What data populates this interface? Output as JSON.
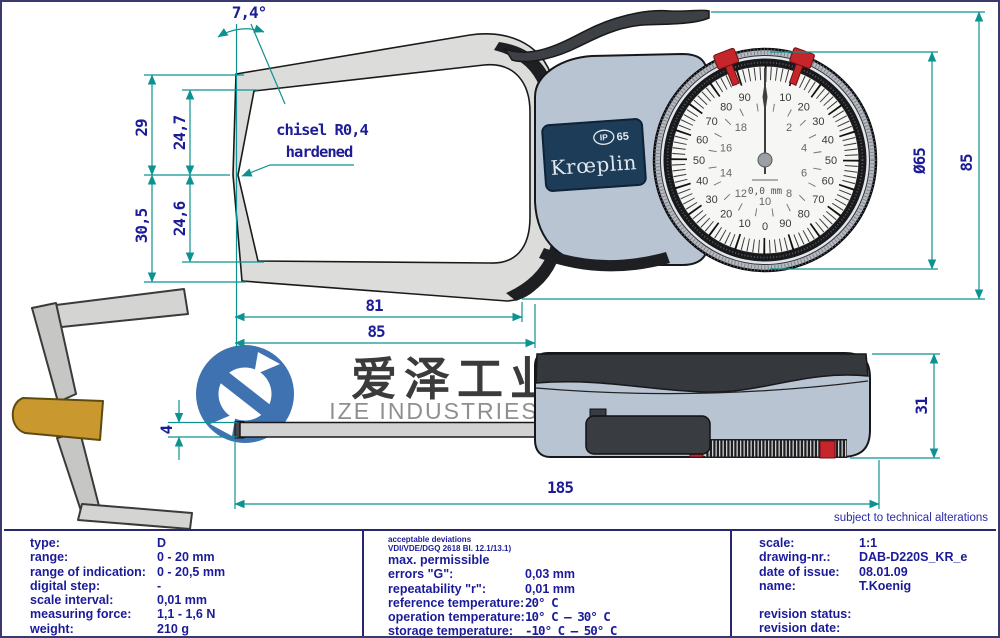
{
  "note": "subject to technical alterations",
  "annotation": {
    "line1": "chisel R0,4",
    "line2": "hardened"
  },
  "dimensions": {
    "angle": "7,4°",
    "jaw_outer_upper": "29",
    "jaw_inner_upper": "24,7",
    "jaw_outer_lower": "30,5",
    "jaw_inner_lower": "24,6",
    "depth_inner": "81",
    "depth_outer": "85",
    "dial_diameter": "Ø65",
    "height_overall": "85",
    "beam_thickness": "4",
    "length_overall": "185",
    "body_thickness": "31"
  },
  "device": {
    "brand": "Krœplin",
    "ip_prefix": "IP",
    "ip_value": "65",
    "dial": {
      "center_label": "0,0 mm",
      "outer": [
        "10",
        "20",
        "30",
        "40",
        "50",
        "60",
        "70",
        "80",
        "90",
        "0",
        "10",
        "20",
        "30",
        "40",
        "50",
        "60",
        "70",
        "80",
        "90"
      ],
      "inner": [
        "2",
        "4",
        "6",
        "8",
        "10",
        "12",
        "14",
        "16",
        "18"
      ]
    }
  },
  "watermark": {
    "cn": "爱泽工业",
    "en": "IZE INDUSTRIES"
  },
  "table": {
    "left": {
      "rows": [
        {
          "label": "type:",
          "value": "D"
        },
        {
          "label": "range:",
          "value": "0 - 20 mm"
        },
        {
          "label": "range of indication:",
          "value": "0 - 20,5 mm"
        },
        {
          "label": "digital step:",
          "value": "-"
        },
        {
          "label": "scale interval:",
          "value": "0,01 mm"
        },
        {
          "label": "measuring force:",
          "value": "1,1 - 1,6 N"
        },
        {
          "label": "weight:",
          "value": "210 g"
        }
      ]
    },
    "middle": {
      "note_line1": "acceptable deviations",
      "note_line2": "VDI/VDE/DGQ 2618 Bl. 12.1/13.1)",
      "rows": [
        {
          "label": "max. permissible",
          "value": ""
        },
        {
          "label": "errors \"G\":",
          "value": "0,03 mm"
        },
        {
          "label": "repeatability \"r\":",
          "value": "0,01 mm"
        },
        {
          "label": "reference temperature:",
          "value": "20° C"
        },
        {
          "label": "operation temperature:",
          "value": "10° C – 30° C"
        },
        {
          "label": "storage temperature:",
          "value": "-10° C – 50° C"
        }
      ]
    },
    "right": {
      "rows": [
        {
          "label": "scale:",
          "value": "1:1"
        },
        {
          "label": "drawing-nr.:",
          "value": "DAB-D220S_KR_e"
        },
        {
          "label": "date of issue:",
          "value": "08.01.09"
        },
        {
          "label": "name:",
          "value": "T.Koenig"
        }
      ],
      "revision_rows": [
        {
          "label": "revision status:",
          "value": ""
        },
        {
          "label": "revision date:",
          "value": ""
        }
      ]
    }
  }
}
